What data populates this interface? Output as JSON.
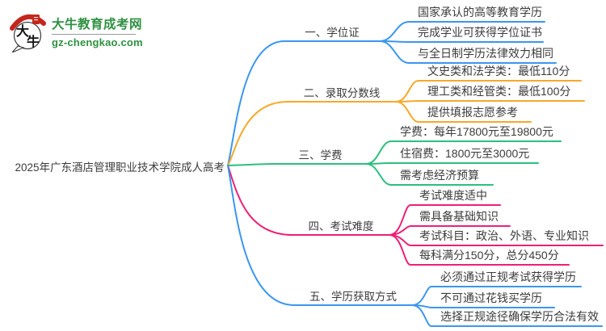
{
  "brand": {
    "title": "大牛教育成考网",
    "url": "gz-chengkao.com",
    "logo_char_1": "大",
    "logo_char_2": "牛",
    "brand_green": "#2E9141",
    "seal_red": "#C4261D"
  },
  "colors": {
    "blue": "#3B96F0",
    "orange": "#F7A82A",
    "green": "#2BBF7E",
    "pink": "#ED2077",
    "text": "#3C3C3C"
  },
  "mindmap": {
    "root": "2025年广东酒店管理职业技术学院成人高考",
    "branches": [
      {
        "label": "一、学位证",
        "color": "#3B96F0",
        "children": [
          "国家承认的高等教育学历",
          "完成学业可获得学位证书",
          "与全日制学历法律效力相同"
        ]
      },
      {
        "label": "二、录取分数线",
        "color": "#F7A82A",
        "children": [
          "文史类和法学类：最低110分",
          "理工类和经管类：最低100分",
          "提供填报志愿参考"
        ]
      },
      {
        "label": "三、学费",
        "color": "#2BBF7E",
        "children": [
          "学费：每年17800元至19800元",
          "住宿费：1800元至3000元",
          "需考虑经济预算"
        ]
      },
      {
        "label": "四、考试难度",
        "color": "#ED2077",
        "children": [
          "考试难度适中",
          "需具备基础知识",
          "考试科目：政治、外语、专业知识",
          "每科满分150分，总分450分"
        ]
      },
      {
        "label": "五、学历获取方式",
        "color": "#3B96F0",
        "children": [
          "必须通过正规考试获得学历",
          "不可通过花钱买学历",
          "选择正规途径确保学历合法有效"
        ]
      }
    ]
  }
}
